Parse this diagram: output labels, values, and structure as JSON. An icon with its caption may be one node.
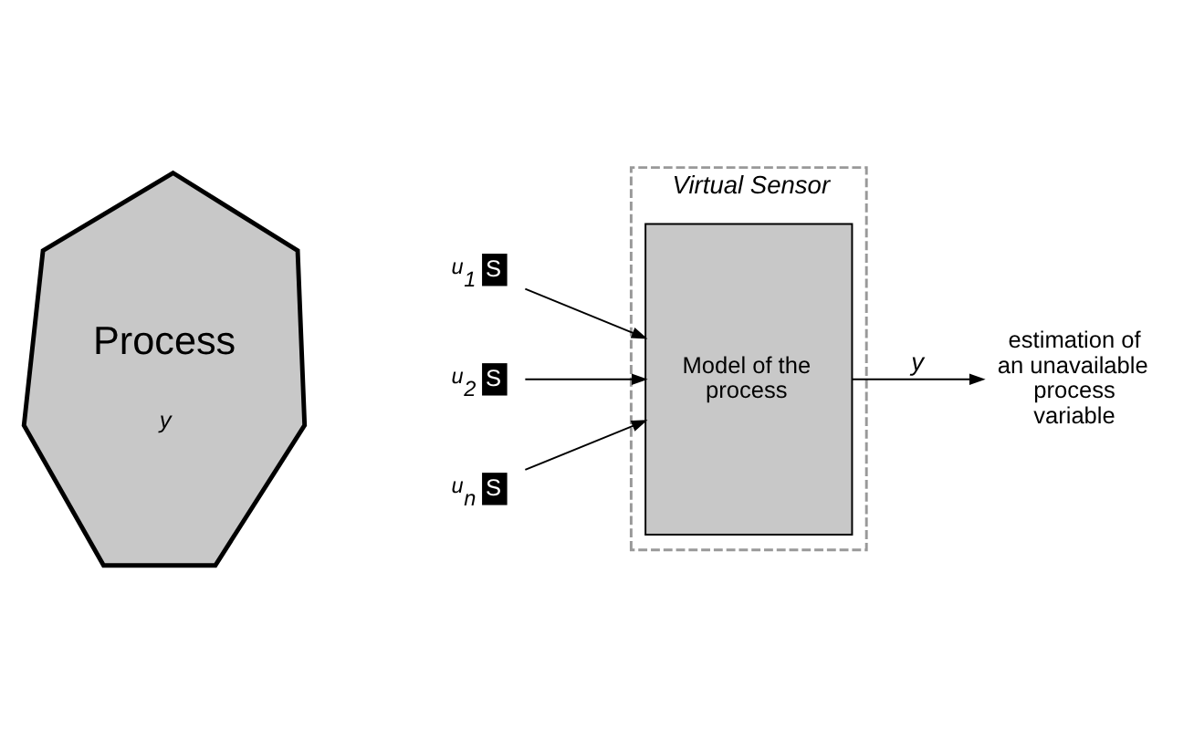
{
  "diagram": {
    "nodes": [
      {
        "text": [
          "Process",
          "y"
        ]
      },
      {
        "text": [
          "Virtual Sensor"
        ]
      },
      {
        "text": [
          "S"
        ],
        "beside": [
          "u$_{1}$"
        ]
      },
      {
        "text": [
          "S"
        ],
        "beside": [
          "u$_{2}$"
        ]
      },
      {
        "text": [
          "S"
        ],
        "beside": [
          "u$_{n}$"
        ]
      },
      {
        "text": [
          "Model of the process"
        ],
        "in": 1
      },
      {
        "text": [
          "estimation of an unavailable process variable"
        ]
      }
    ],
    "edges": [
      {
        "from": 2,
        "to": 5,
        "arrow": "to"
      },
      {
        "from": 3,
        "to": 5,
        "arrow": "to"
      },
      {
        "from": 4,
        "to": 5,
        "arrow": "to"
      },
      {
        "from": 5,
        "to": 6,
        "arrow": "to",
        "label": "y"
      }
    ]
  }
}
